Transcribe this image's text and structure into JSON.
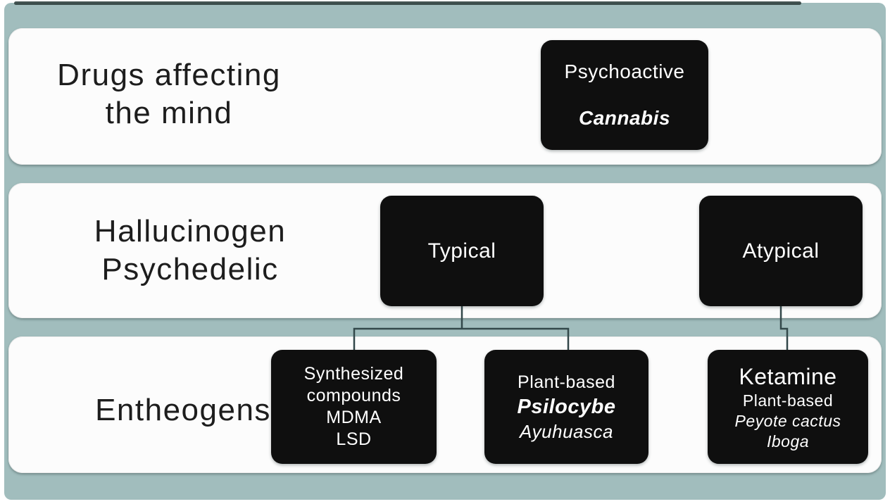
{
  "figure": {
    "background_color": "#a1bdbd",
    "band_color": "#fcfcfc",
    "node_color": "#0f0f0f",
    "node_text_color": "#ffffff",
    "label_text_color": "#1d1d1d",
    "connector_color": "#33484a",
    "top_edge_bar_color": "#31413f"
  },
  "rows": [
    {
      "label": {
        "line1": "Drugs affecting",
        "line2": "the mind"
      },
      "nodes": {
        "psychoactive": {
          "title": "Psychoactive",
          "subtitle": "Cannabis"
        }
      }
    },
    {
      "label": {
        "line1": "Hallucinogen",
        "line2": "Psychedelic"
      },
      "nodes": {
        "typical": {
          "title": "Typical"
        },
        "atypical": {
          "title": "Atypical"
        }
      }
    },
    {
      "label": {
        "line1": "Entheogens"
      },
      "nodes": {
        "synthesized": {
          "line1": "Synthesized",
          "line2": "compounds",
          "line3": "MDMA",
          "line4": "LSD"
        },
        "plant_based": {
          "line1": "Plant-based",
          "line2": "Psilocybe",
          "line3": "Ayuhuasca"
        },
        "ketamine": {
          "line1": "Ketamine",
          "line2": "Plant-based",
          "line3": "Peyote cactus",
          "line4": "Iboga"
        }
      }
    }
  ]
}
